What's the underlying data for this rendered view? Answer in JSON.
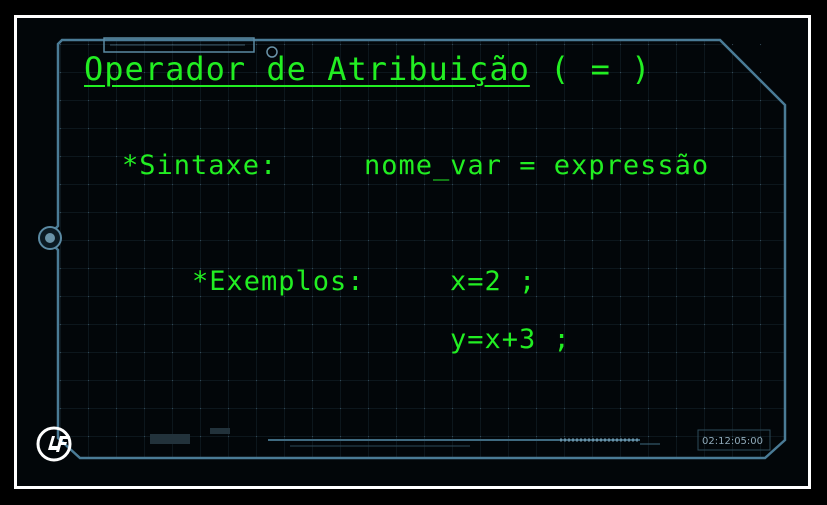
{
  "title": {
    "main": "Operador de Atribuição",
    "symbol": "( = )"
  },
  "syntax": {
    "label": "*Sintaxe:",
    "value": "nome_var = expressão"
  },
  "examples": {
    "label": "*Exemplos:",
    "items": [
      "x=2 ;",
      "y=x+3 ;"
    ]
  },
  "hud": {
    "clock": "02:12:05:00"
  },
  "colors": {
    "text": "#22ee22",
    "hud_line": "#4a7b96",
    "grid": "#1c2c36",
    "border": "#ffffff"
  }
}
